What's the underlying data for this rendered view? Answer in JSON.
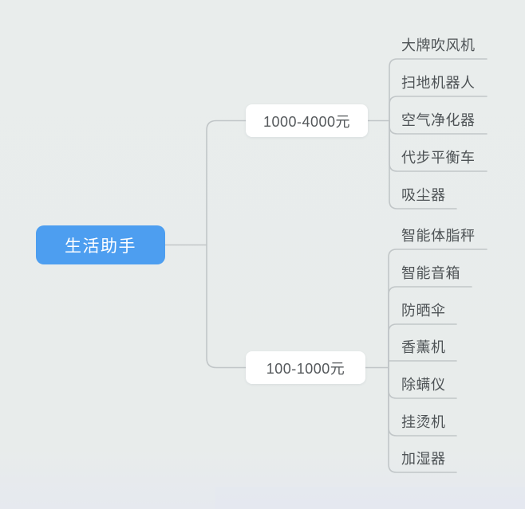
{
  "colors": {
    "background": "#e8eceb",
    "root_bg": "#4d9ef0",
    "root_text": "#ffffff",
    "branch_bg": "#ffffff",
    "branch_text": "#54585b",
    "leaf_text": "#4e5356",
    "line": "#c1c6c8"
  },
  "root": {
    "label": "生活助手"
  },
  "branches": [
    {
      "label": "1000-4000元",
      "leaves": [
        {
          "label": "大牌吹风机"
        },
        {
          "label": "扫地机器人"
        },
        {
          "label": "空气净化器"
        },
        {
          "label": "代步平衡车"
        },
        {
          "label": "吸尘器"
        }
      ]
    },
    {
      "label": "100-1000元",
      "leaves": [
        {
          "label": "智能体脂秤"
        },
        {
          "label": "智能音箱"
        },
        {
          "label": "防晒伞"
        },
        {
          "label": "香薰机"
        },
        {
          "label": "除螨仪"
        },
        {
          "label": "挂烫机"
        },
        {
          "label": "加湿器"
        }
      ]
    }
  ]
}
